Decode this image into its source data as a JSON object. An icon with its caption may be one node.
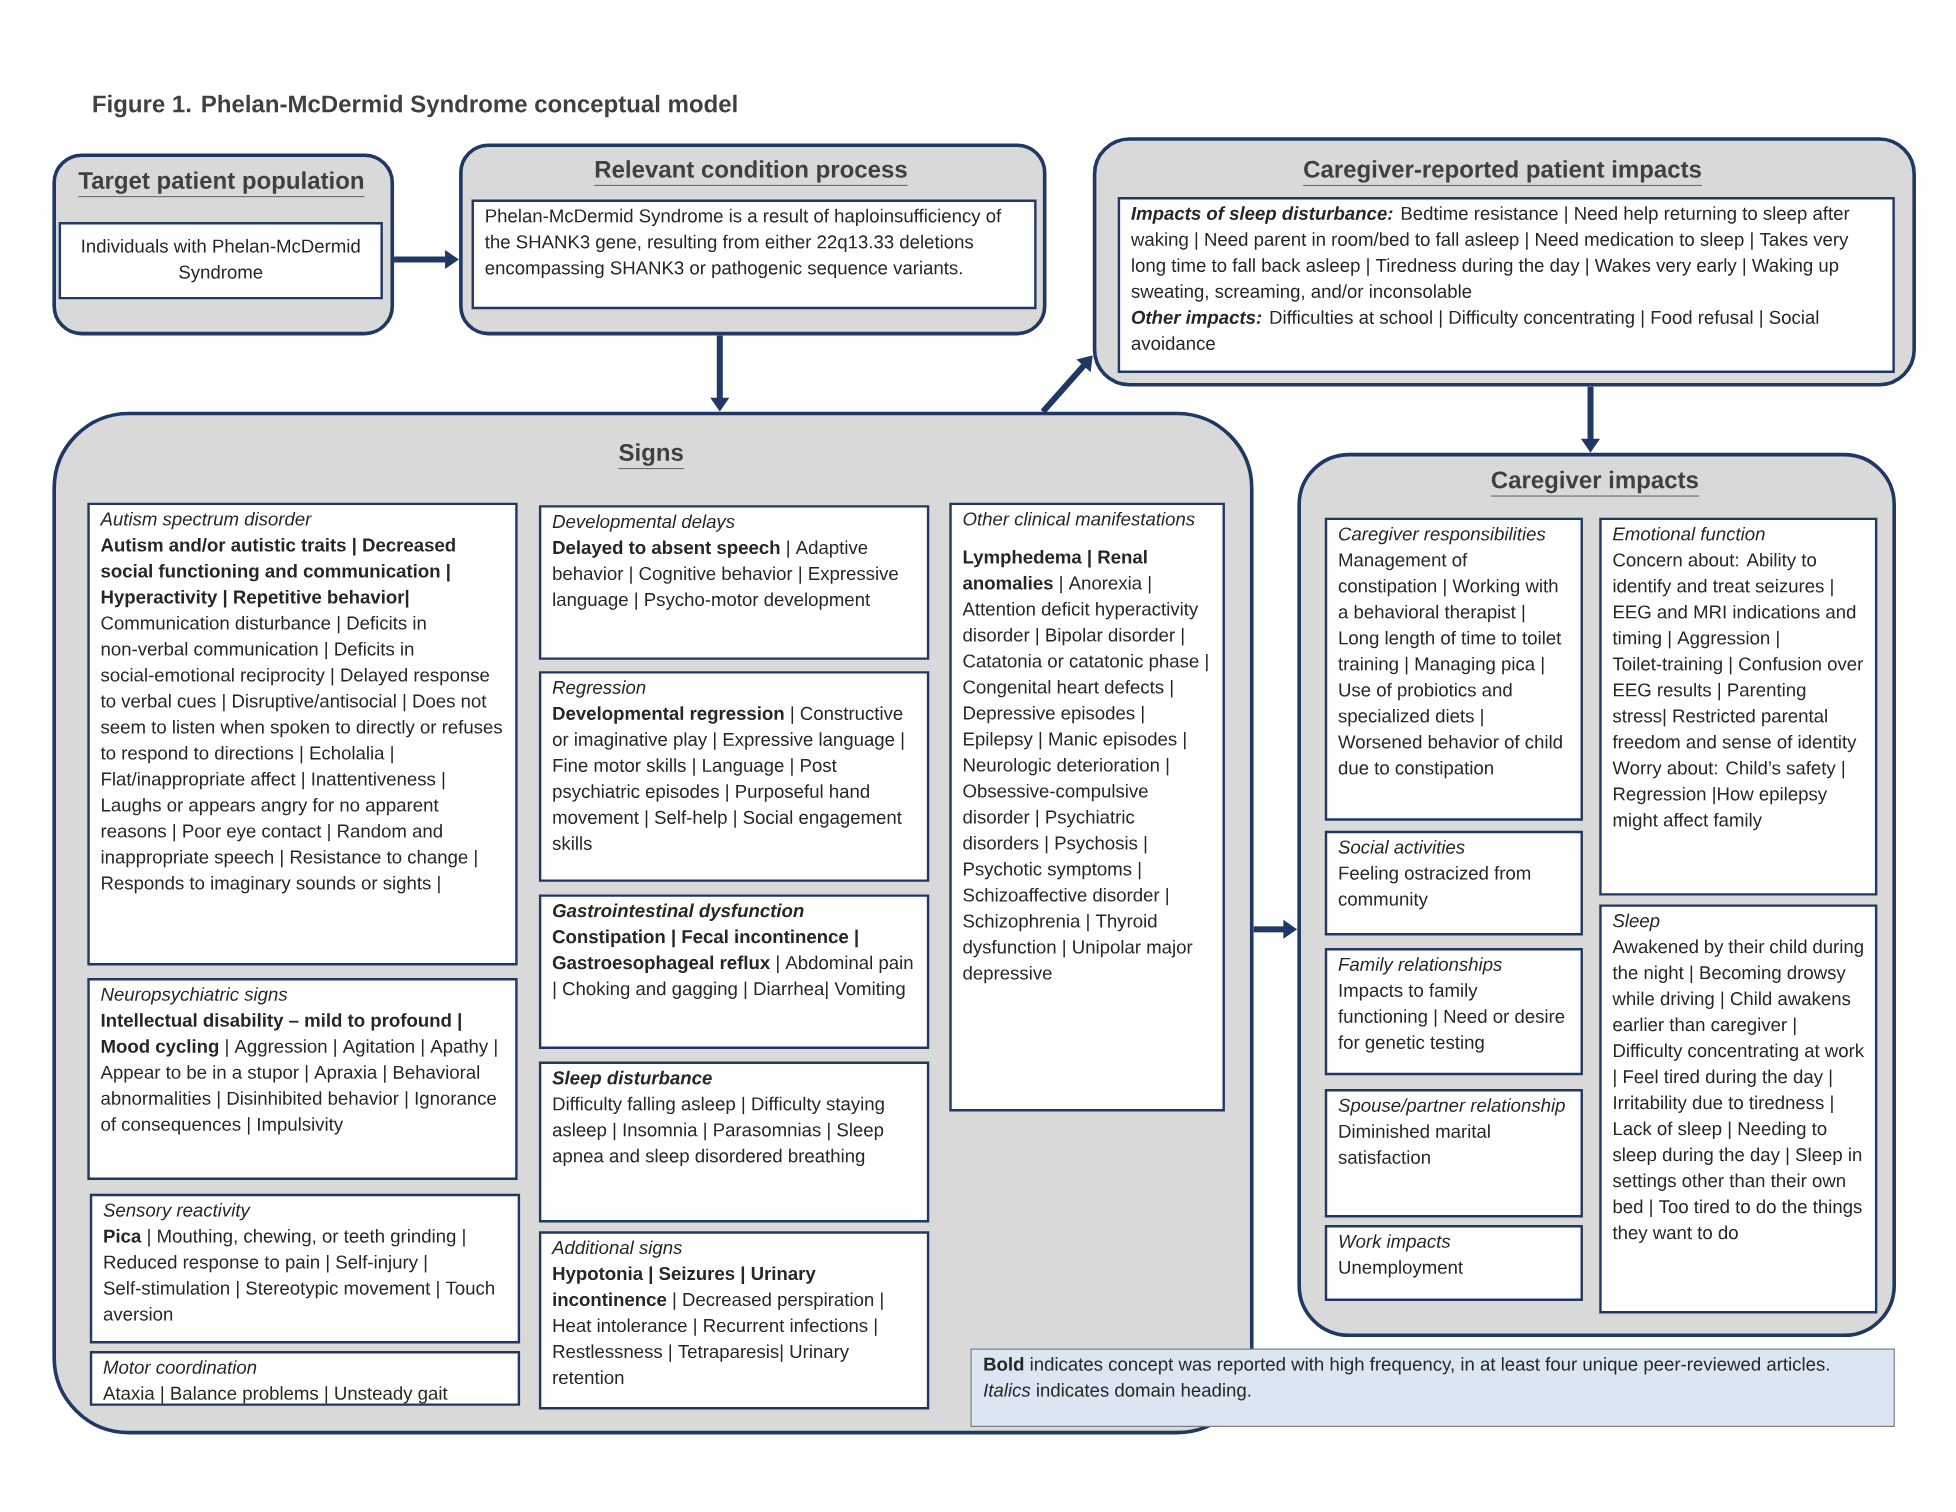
{
  "diagram": {
    "title": "Figure 1. Phelan-McDermid Syndrome conceptual model",
    "nodes": [
      {
        "text": [
          "Target patient population"
        ]
      },
      {
        "text": [
          "Individuals with Phelan-McDermid Syndrome"
        ],
        "in": 0
      },
      {
        "text": [
          "Relevant condition process"
        ]
      },
      {
        "text": [
          "Phelan-McDermid Syndrome is a result of haploinsufficiency of the SHANK3 gene, resulting from either 22q13.33 deletions encompassing SHANK3 or pathogenic sequence variants."
        ],
        "in": 2
      },
      {
        "text": [
          "Caregiver-reported patient impacts"
        ]
      },
      {
        "text": [
          "Impacts of sleep disturbance:",
          "Bedtime resistance | Need help returning to sleep after waking | Need parent in room/bed to fall asleep | Need medication to sleep | Takes very long time to fall back asleep | Tiredness during the day | Wakes very early | Waking up sweating, screaming, and/or inconsolable",
          "Other impacts:",
          "Difficulties at school | Difficulty concentrating | Food refusal | Social avoidance"
        ],
        "in": 4
      },
      {
        "text": [
          "Signs"
        ]
      },
      {
        "text": [
          "Autism spectrum disorder",
          "**Autism and/or autistic traits | Decreased social functioning and communication | Hyperactivity | Repetitive behavior|** Communication disturbance | Deficits in non-verbal communication | Deficits in social-emotional reciprocity | Delayed response to verbal cues | Disruptive/antisocial | Does not seem to listen when spoken to directly or refuses to respond to directions | Echolalia | Flat/inappropriate affect | Inattentiveness | Laughs or appears angry for no apparent reasons | Poor eye contact | Random and inappropriate speech | Resistance to change | Responds to imaginary sounds or sights |"
        ],
        "in": 6
      },
      {
        "text": [
          "Neuropsychiatric signs",
          "**Intellectual disability – mild to profound | Mood cycling** | Aggression | Agitation | Apathy | Appear to be in a stupor | Apraxia | Behavioral abnormalities | Disinhibited behavior | Ignorance of consequences | Impulsivity"
        ],
        "in": 6
      },
      {
        "text": [
          "Sensory reactivity",
          "**Pica** | Mouthing, chewing, or teeth grinding | Reduced response to pain | Self-injury | Self-stimulation | Stereotypic movement | Touch aversion"
        ],
        "in": 6
      },
      {
        "text": [
          "Motor coordination",
          "Ataxia | Balance problems | Unsteady gait"
        ],
        "in": 6
      },
      {
        "text": [
          "Developmental delays",
          "**Delayed to absent speech** | Adaptive behavior | Cognitive behavior | Expressive language | Psycho-motor development"
        ],
        "in": 6
      },
      {
        "text": [
          "Regression",
          "**Developmental regression** | Constructive or imaginative play | Expressive language | Fine motor skills | Language | Post psychiatric episodes | Purposeful hand movement | Self-help | Social engagement skills"
        ],
        "in": 6
      },
      {
        "text": [
          "Gastrointestinal dysfunction",
          "**Constipation | Fecal incontinence | Gastroesophageal reflux** | Abdominal pain | Choking and gagging | Diarrhea| Vomiting"
        ],
        "in": 6
      },
      {
        "text": [
          "Sleep disturbance",
          "Difficulty falling asleep | Difficulty staying asleep | Insomnia | Parasomnias | Sleep apnea and sleep disordered breathing"
        ],
        "in": 6
      },
      {
        "text": [
          "Additional signs",
          "**Hypotonia | Seizures | Urinary incontinence** | Decreased perspiration | Heat intolerance | Recurrent infections | Restlessness | Tetraparesis| Urinary retention"
        ],
        "in": 6
      },
      {
        "text": [
          "Other clinical manifestations",
          "**Lymphedema | Renal anomalies** | Anorexia | Attention deficit hyperactivity disorder | Bipolar disorder | Catatonia or catatonic phase | Congenital heart defects | Depressive episodes | Epilepsy | Manic episodes | Neurologic deterioration | Obsessive-compulsive disorder | Psychiatric disorders | Psychosis | Psychotic symptoms | Schizoaffective disorder | Schizophrenia | Thyroid dysfunction | Unipolar major depressive"
        ],
        "in": 6
      },
      {
        "text": [
          "Caregiver impacts"
        ]
      },
      {
        "text": [
          "Caregiver responsibilities",
          "Management of constipation | Working with a behavioral therapist | Long length of time to toilet training | Managing pica | Use of probiotics and specialized diets | Worsened behavior of child due to constipation"
        ],
        "in": 17
      },
      {
        "text": [
          "Social activities",
          "Feeling ostracized from community"
        ],
        "in": 17
      },
      {
        "text": [
          "Family relationships",
          "Impacts to family functioning | Need or desire for genetic testing"
        ],
        "in": 17
      },
      {
        "text": [
          "Spouse/partner relationship",
          "Diminished marital satisfaction"
        ],
        "in": 17
      },
      {
        "text": [
          "Work impacts",
          "Unemployment"
        ],
        "in": 17
      },
      {
        "text": [
          "Emotional function",
          "Concern about: Ability to identify and treat seizures | EEG and MRI indications and timing | Aggression | Toilet-training | Confusion over EEG results | Parenting stress| Restricted parental freedom and sense of identity",
          "Worry about: Child’s safety | Regression |How epilepsy might affect family"
        ],
        "in": 17
      },
      {
        "text": [
          "Sleep",
          "Awakened by their child during the night | Becoming drowsy while driving | Child awakens earlier than caregiver | Difficulty concentrating at work | Feel tired during the day | Irritability due to tiredness | Lack of sleep | Needing to sleep during the day | Sleep in settings other than their own bed | Too tired to do the things they want to do"
        ],
        "in": 17
      },
      {
        "text": [
          "**Bold** indicates concept was reported with high frequency, in at least four unique peer-reviewed articles.",
          "*Italics* indicates domain heading."
        ]
      }
    ],
    "edges": [
      {
        "from": 0,
        "to": 2,
        "arrow": "to"
      },
      {
        "from": 2,
        "to": 6,
        "arrow": "to"
      },
      {
        "from": 6,
        "to": 4,
        "arrow": "to"
      },
      {
        "from": 4,
        "to": 17,
        "arrow": "to"
      },
      {
        "from": 6,
        "to": 17,
        "arrow": "to"
      }
    ]
  }
}
